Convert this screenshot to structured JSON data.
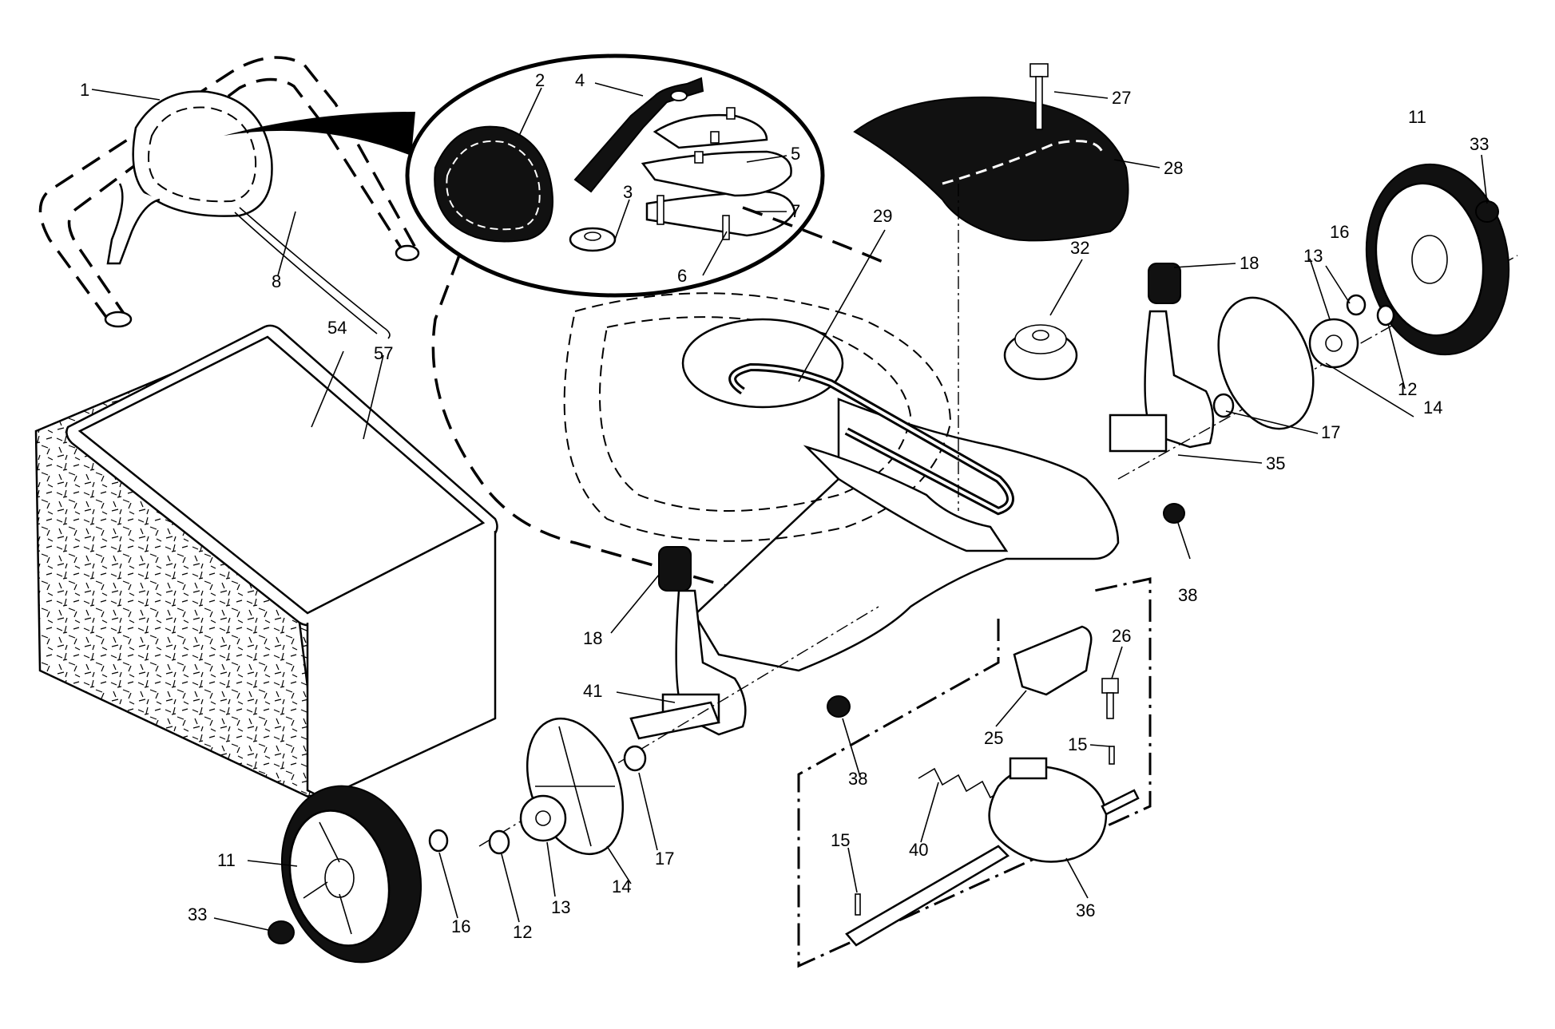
{
  "callouts": [
    {
      "id": "c1",
      "label": "1"
    },
    {
      "id": "c2",
      "label": "2"
    },
    {
      "id": "c3",
      "label": "3"
    },
    {
      "id": "c4",
      "label": "4"
    },
    {
      "id": "c5",
      "label": "5"
    },
    {
      "id": "c6",
      "label": "6"
    },
    {
      "id": "c7",
      "label": "7"
    },
    {
      "id": "c8",
      "label": "8"
    },
    {
      "id": "c11a",
      "label": "11"
    },
    {
      "id": "c11b",
      "label": "11"
    },
    {
      "id": "c12a",
      "label": "12"
    },
    {
      "id": "c12b",
      "label": "12"
    },
    {
      "id": "c13a",
      "label": "13"
    },
    {
      "id": "c13b",
      "label": "13"
    },
    {
      "id": "c14a",
      "label": "14"
    },
    {
      "id": "c14b",
      "label": "14"
    },
    {
      "id": "c15a",
      "label": "15"
    },
    {
      "id": "c15b",
      "label": "15"
    },
    {
      "id": "c16a",
      "label": "16"
    },
    {
      "id": "c16b",
      "label": "16"
    },
    {
      "id": "c17a",
      "label": "17"
    },
    {
      "id": "c17b",
      "label": "17"
    },
    {
      "id": "c18a",
      "label": "18"
    },
    {
      "id": "c18b",
      "label": "18"
    },
    {
      "id": "c25",
      "label": "25"
    },
    {
      "id": "c26",
      "label": "26"
    },
    {
      "id": "c27",
      "label": "27"
    },
    {
      "id": "c28",
      "label": "28"
    },
    {
      "id": "c29",
      "label": "29"
    },
    {
      "id": "c32",
      "label": "32"
    },
    {
      "id": "c33a",
      "label": "33"
    },
    {
      "id": "c33b",
      "label": "33"
    },
    {
      "id": "c35",
      "label": "35"
    },
    {
      "id": "c36",
      "label": "36"
    },
    {
      "id": "c38a",
      "label": "38"
    },
    {
      "id": "c38b",
      "label": "38"
    },
    {
      "id": "c40",
      "label": "40"
    },
    {
      "id": "c41",
      "label": "41"
    },
    {
      "id": "c54",
      "label": "54"
    },
    {
      "id": "c57",
      "label": "57"
    }
  ]
}
